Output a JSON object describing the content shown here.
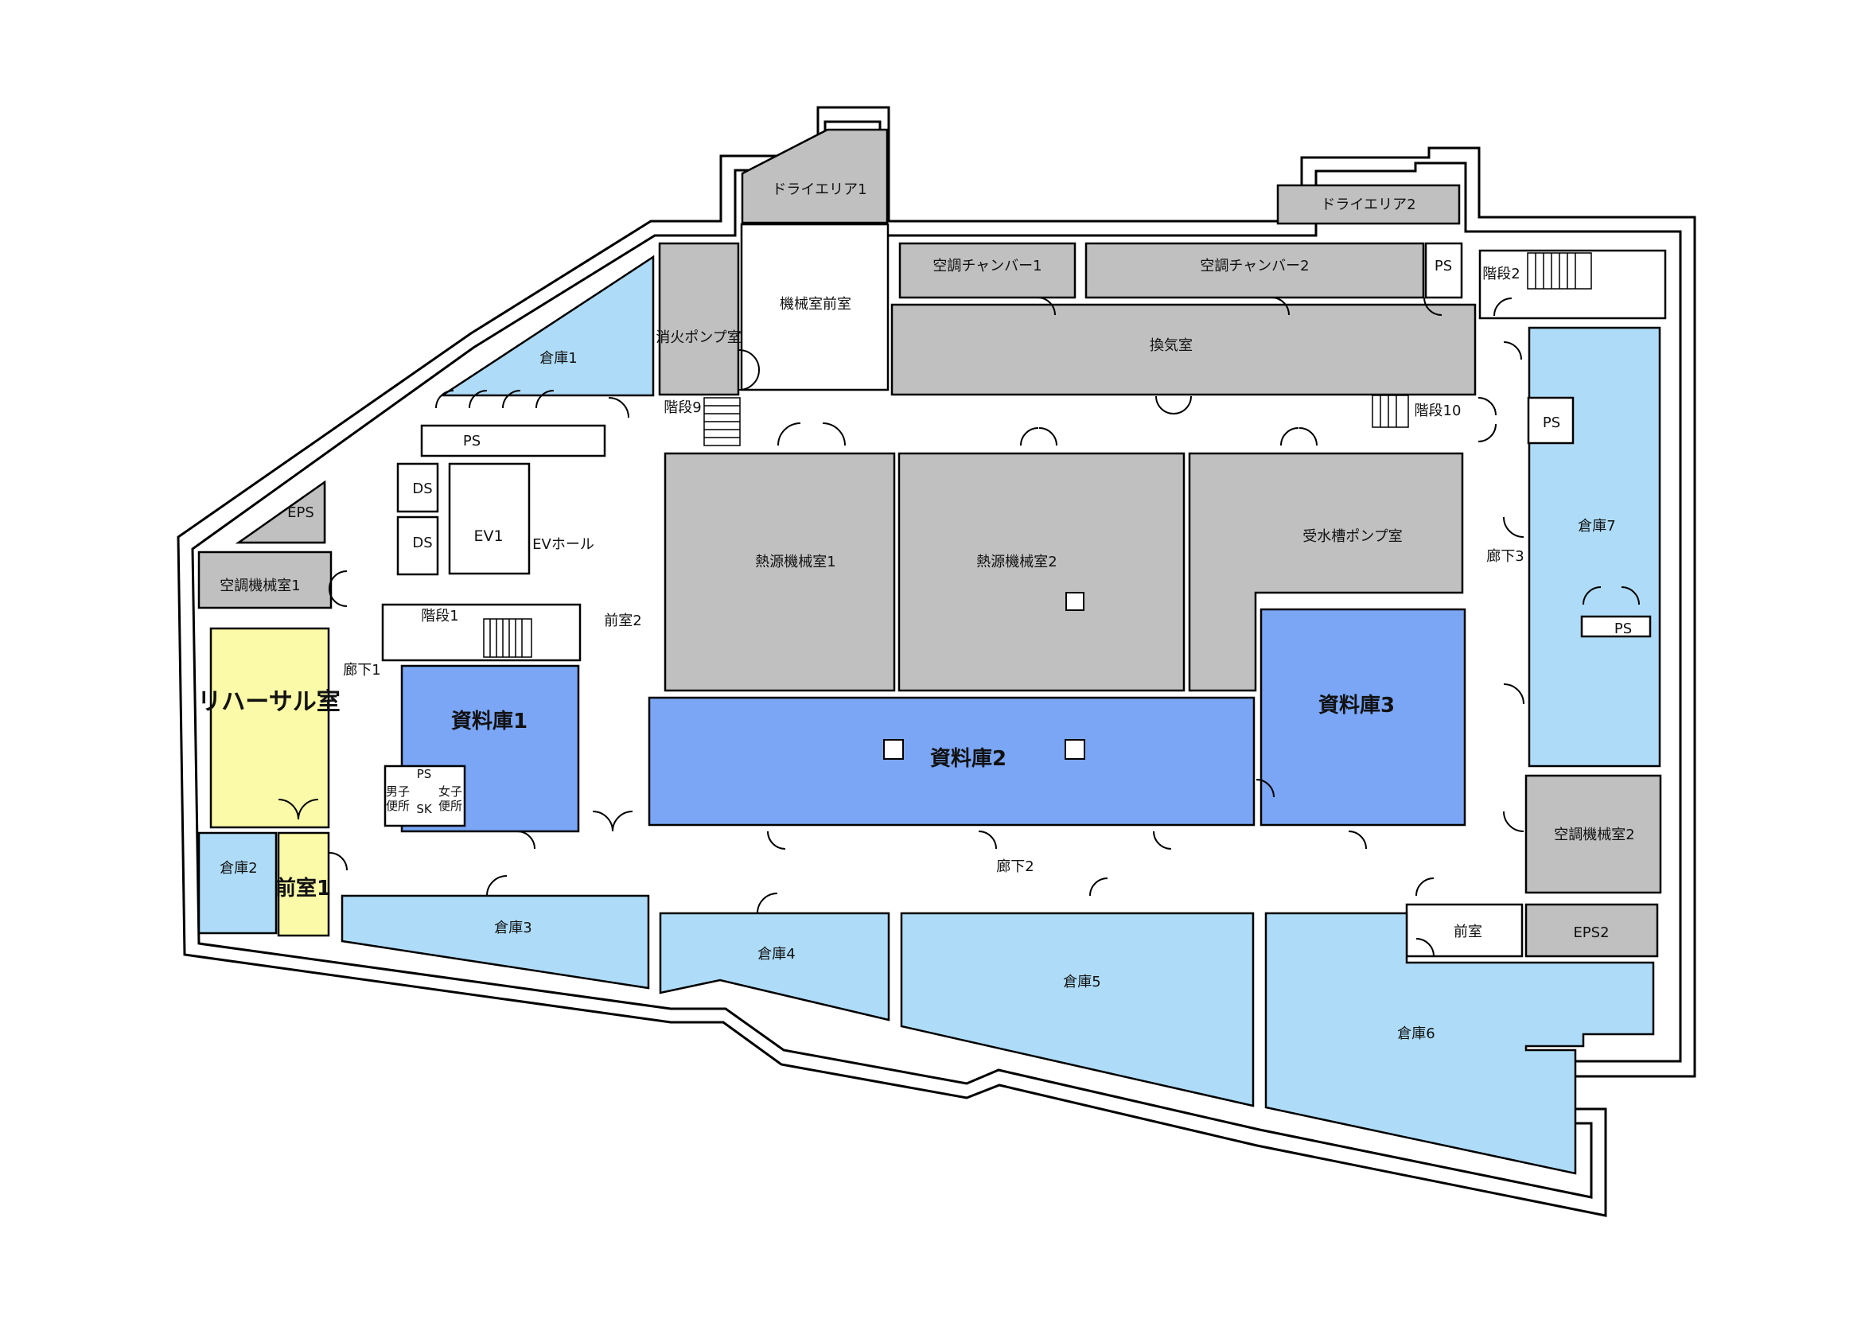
{
  "map_title": "",
  "colors": {
    "machine_gray": "#c0c0c0",
    "storage_light_blue": "#aedcf8",
    "archive_blue": "#7aa6f5",
    "rehearsal_yellow": "#fafaa8",
    "wall": "#000000",
    "background": "#ffffff"
  },
  "rooms": {
    "dry_area_1": "ドライエリア1",
    "dry_area_2": "ドライエリア2",
    "machine_antechamber": "機械室前室",
    "fire_pump_room": "消火ポンプ室",
    "ac_chamber_1": "空調チャンバー1",
    "ac_chamber_2": "空調チャンバー2",
    "ps_top": "PS",
    "stair_2": "階段2",
    "ventilation_room": "換気室",
    "storage_1": "倉庫1",
    "stair_9": "階段9",
    "stair_10": "階段10",
    "ps_upper": "PS",
    "ds_1": "DS",
    "ds_2": "DS",
    "ev1": "EV1",
    "ev_hall": "EVホール",
    "eps": "EPS",
    "ac_machine_room_1": "空調機械室1",
    "stair_1": "階段1",
    "corridor_1": "廊下1",
    "rehearsal_room": "リハーサル室",
    "archive_1": "資料庫1",
    "antechamber_2": "前室2",
    "heat_source_room_1": "熱源機械室1",
    "heat_source_room_2": "熱源機械室2",
    "water_tank_pump_room": "受水槽ポンプ室",
    "corridor_3": "廊下3",
    "storage_7": "倉庫7",
    "ps_right": "PS",
    "ps_storage7": "PS",
    "archive_2": "資料庫2",
    "archive_3": "資料庫3",
    "ac_machine_room_2": "空調機械室2",
    "toilet_ps": "PS",
    "mens_toilet_line1": "男子",
    "mens_toilet_line2": "便所",
    "womens_toilet_line1": "女子",
    "womens_toilet_line2": "便所",
    "sk": "SK",
    "storage_2": "倉庫2",
    "antechamber_1": "前室1",
    "corridor_2": "廊下2",
    "antechamber": "前室",
    "eps2": "EPS2",
    "storage_3": "倉庫3",
    "storage_4": "倉庫4",
    "storage_5": "倉庫5",
    "storage_6": "倉庫6"
  }
}
